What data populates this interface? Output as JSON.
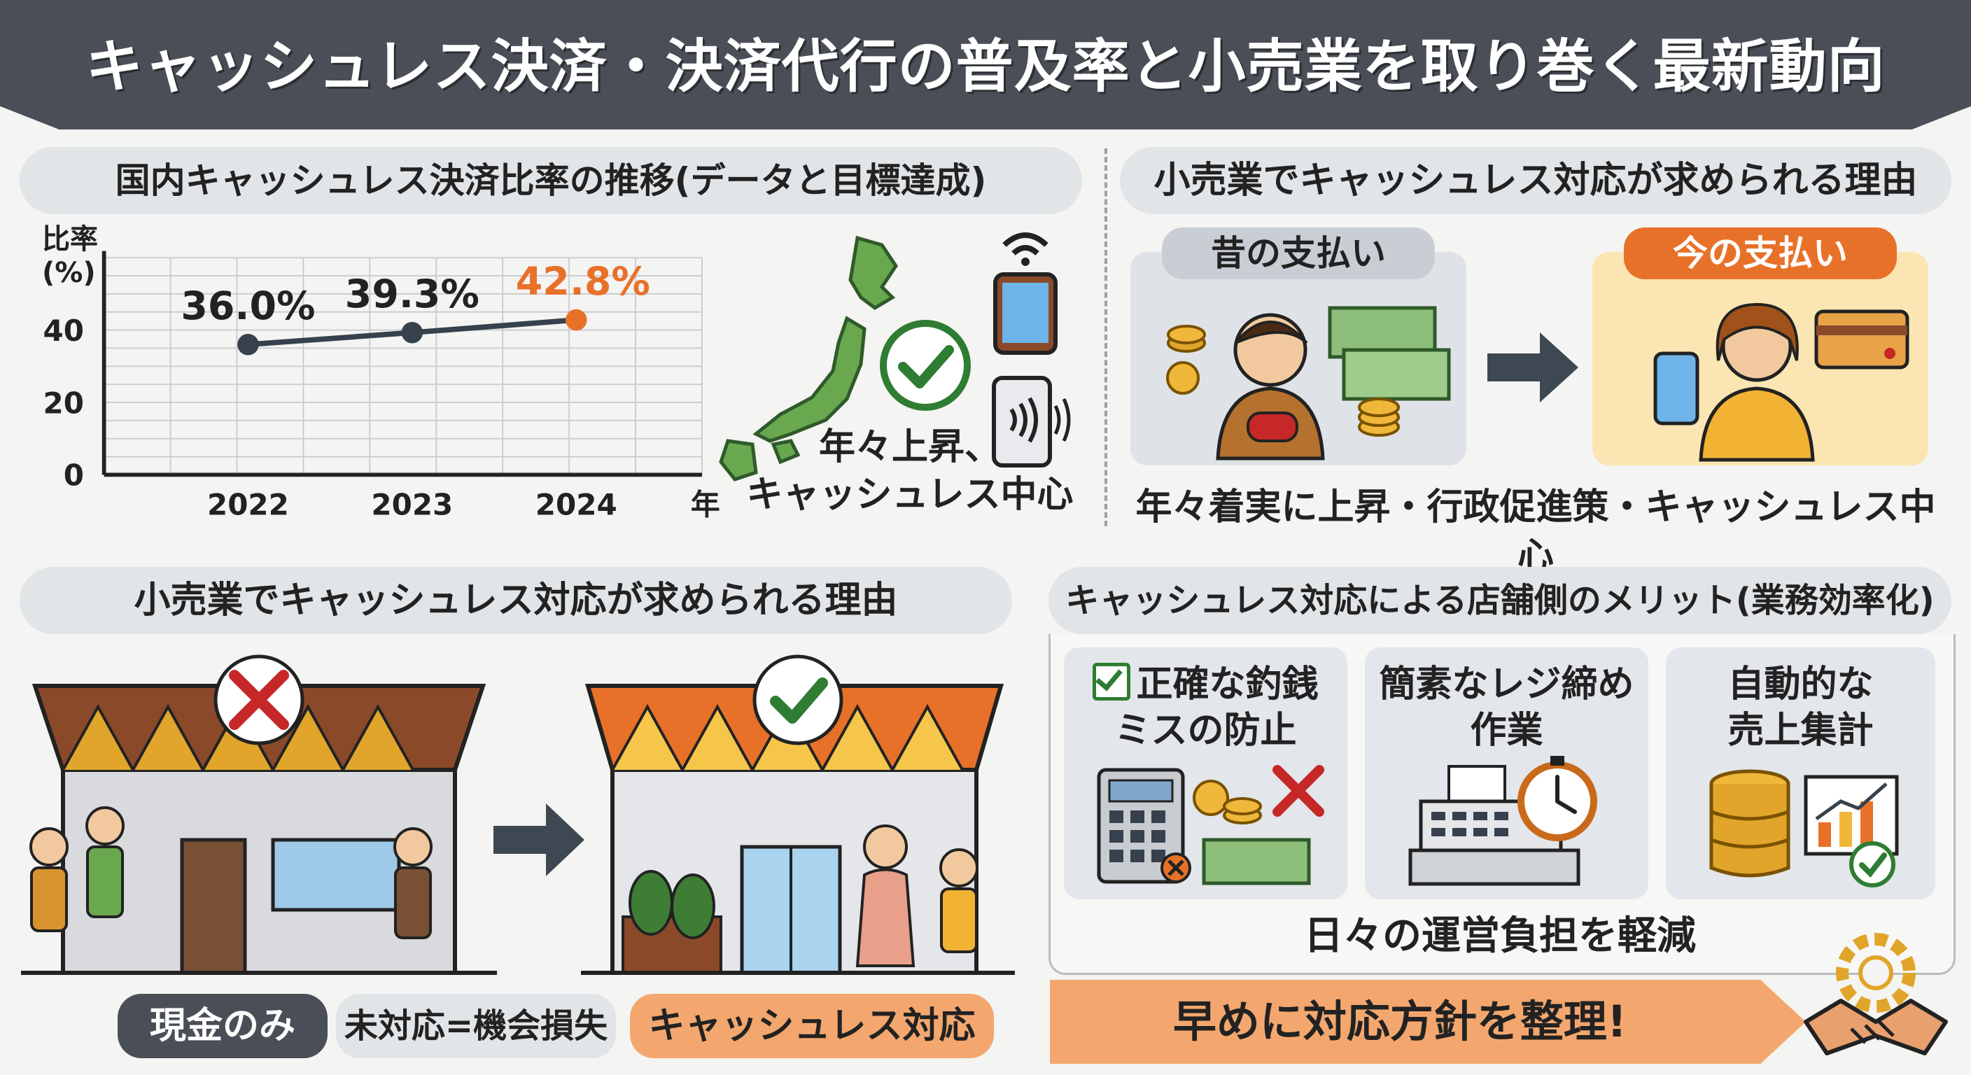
{
  "title": "キャッシュレス決済・決済代行の普及率と小売業を取り巻く最新動向",
  "section1": {
    "heading": "国内キャッシュレス決済比率の推移(データと目標達成)",
    "caption_line1": "年々上昇、",
    "caption_line2": "キャッシュレス中心"
  },
  "chart_data": {
    "type": "line",
    "ylabel": "比率\n(%)",
    "ylabel_line1": "比率",
    "ylabel_line2": "(%)",
    "xlabel": "年",
    "categories": [
      "2022",
      "2023",
      "2024"
    ],
    "values": [
      36.0,
      39.3,
      42.8
    ],
    "value_labels": [
      "36.0%",
      "39.3%",
      "42.8%"
    ],
    "yticks": [
      "0",
      "20",
      "40"
    ],
    "ylim": [
      0,
      60
    ],
    "grid": true,
    "colors": {
      "line": "#36414d",
      "point": "#36414d",
      "highlight": "#e8712a"
    }
  },
  "section2": {
    "heading": "小売業でキャッシュレス対応が求められる理由",
    "old_label": "昔の支払い",
    "new_label": "今の支払い",
    "caption": "年々着実に上昇・行政促進策・キャッシュレス中心"
  },
  "section3": {
    "heading": "小売業でキャッシュレス対応が求められる理由",
    "label_cash_only": "現金のみ",
    "label_loss": "未対応=機会損失",
    "label_cashless": "キャッシュレス対応"
  },
  "section4": {
    "heading": "キャッシュレス対応による店舗側のメリット(業務効率化)",
    "merits": [
      {
        "line1": "正確な釣銭",
        "line2": "ミスの防止"
      },
      {
        "line1": "簡素なレジ締め",
        "line2": "作業"
      },
      {
        "line1": "自動的な",
        "line2": "売上集計"
      }
    ],
    "summary": "日々の運営負担を軽減",
    "action": "早めに対応方針を整理!"
  },
  "colors": {
    "banner": "#4a4f57",
    "accent_orange": "#e8712a",
    "check_green": "#2e7d32",
    "cross_red": "#c62828",
    "japan_green": "#6aa84f"
  }
}
